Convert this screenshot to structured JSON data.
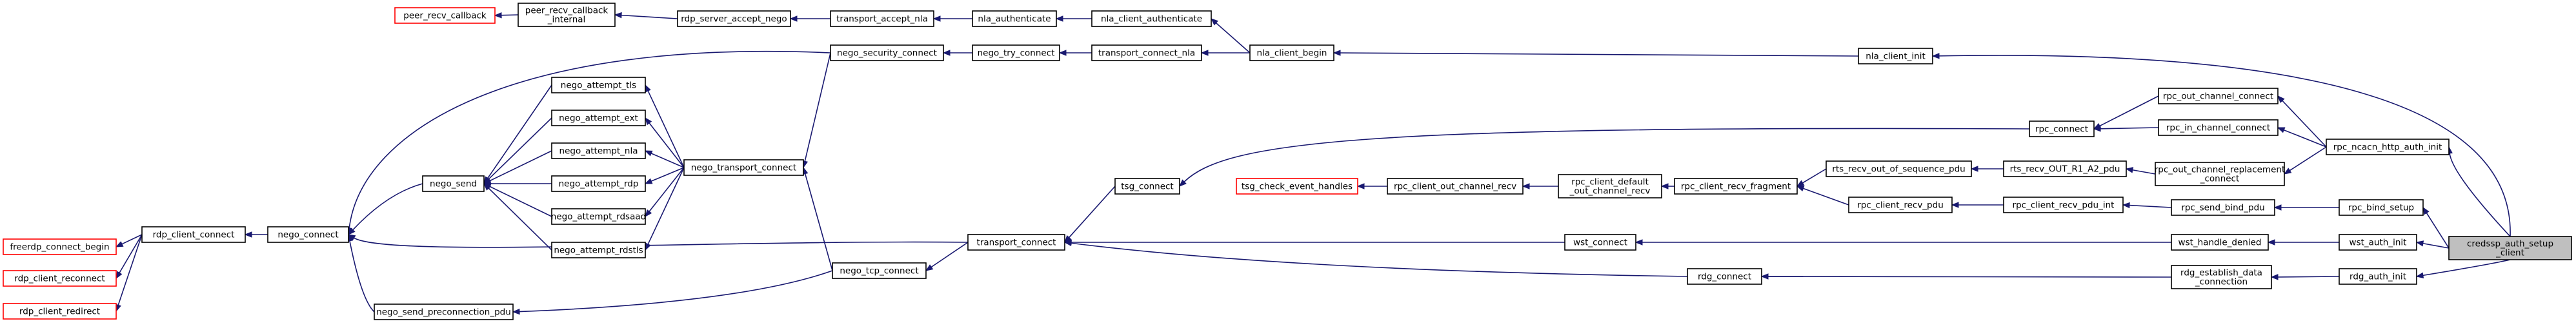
{
  "diagram": {
    "colors": {
      "edge": "#191970",
      "node_border": "#000000",
      "truncated_border": "#ff0000",
      "root_fill": "#bfbfbf",
      "background": "#ffffff"
    },
    "nodes": [
      {
        "id": "root",
        "lines": [
          "credssp_auth_setup",
          "_client"
        ],
        "style": "root"
      },
      {
        "id": "peer_recv_callback",
        "lines": [
          "peer_recv_callback"
        ],
        "style": "truncated"
      },
      {
        "id": "peer_recv_callback_internal",
        "lines": [
          "peer_recv_callback",
          "_internal"
        ],
        "style": "normal"
      },
      {
        "id": "rdp_server_accept_nego",
        "lines": [
          "rdp_server_accept_nego"
        ],
        "style": "normal"
      },
      {
        "id": "transport_accept_nla",
        "lines": [
          "transport_accept_nla"
        ],
        "style": "normal"
      },
      {
        "id": "nla_authenticate",
        "lines": [
          "nla_authenticate"
        ],
        "style": "normal"
      },
      {
        "id": "nla_client_authenticate",
        "lines": [
          "nla_client_authenticate"
        ],
        "style": "normal"
      },
      {
        "id": "nego_security_connect",
        "lines": [
          "nego_security_connect"
        ],
        "style": "normal"
      },
      {
        "id": "nego_try_connect",
        "lines": [
          "nego_try_connect"
        ],
        "style": "normal"
      },
      {
        "id": "transport_connect_nla",
        "lines": [
          "transport_connect_nla"
        ],
        "style": "normal"
      },
      {
        "id": "nla_client_begin",
        "lines": [
          "nla_client_begin"
        ],
        "style": "normal"
      },
      {
        "id": "nla_client_init",
        "lines": [
          "nla_client_init"
        ],
        "style": "normal"
      },
      {
        "id": "rpc_out_channel_connect",
        "lines": [
          "rpc_out_channel_connect"
        ],
        "style": "normal"
      },
      {
        "id": "rpc_connect",
        "lines": [
          "rpc_connect"
        ],
        "style": "normal"
      },
      {
        "id": "rpc_in_channel_connect",
        "lines": [
          "rpc_in_channel_connect"
        ],
        "style": "normal"
      },
      {
        "id": "rpc_ncacn_http_auth_init",
        "lines": [
          "rpc_ncacn_http_auth_init"
        ],
        "style": "normal"
      },
      {
        "id": "nego_attempt_tls",
        "lines": [
          "nego_attempt_tls"
        ],
        "style": "normal"
      },
      {
        "id": "nego_attempt_ext",
        "lines": [
          "nego_attempt_ext"
        ],
        "style": "normal"
      },
      {
        "id": "nego_attempt_nla",
        "lines": [
          "nego_attempt_nla"
        ],
        "style": "normal"
      },
      {
        "id": "nego_attempt_rdp",
        "lines": [
          "nego_attempt_rdp"
        ],
        "style": "normal"
      },
      {
        "id": "nego_attempt_rdsaad",
        "lines": [
          "nego_attempt_rdsaad"
        ],
        "style": "normal"
      },
      {
        "id": "nego_attempt_rdstls",
        "lines": [
          "nego_attempt_rdstls"
        ],
        "style": "normal"
      },
      {
        "id": "nego_transport_connect",
        "lines": [
          "nego_transport_connect"
        ],
        "style": "normal"
      },
      {
        "id": "nego_send",
        "lines": [
          "nego_send"
        ],
        "style": "normal"
      },
      {
        "id": "freerdp_connect_begin",
        "lines": [
          "freerdp_connect_begin"
        ],
        "style": "truncated"
      },
      {
        "id": "rdp_client_reconnect",
        "lines": [
          "rdp_client_reconnect"
        ],
        "style": "truncated"
      },
      {
        "id": "rdp_client_redirect",
        "lines": [
          "rdp_client_redirect"
        ],
        "style": "truncated"
      },
      {
        "id": "rdp_client_connect",
        "lines": [
          "rdp_client_connect"
        ],
        "style": "normal"
      },
      {
        "id": "nego_connect",
        "lines": [
          "nego_connect"
        ],
        "style": "normal"
      },
      {
        "id": "nego_send_preconnection_pdu",
        "lines": [
          "nego_send_preconnection_pdu"
        ],
        "style": "normal"
      },
      {
        "id": "nego_tcp_connect",
        "lines": [
          "nego_tcp_connect"
        ],
        "style": "normal"
      },
      {
        "id": "transport_connect",
        "lines": [
          "transport_connect"
        ],
        "style": "normal"
      },
      {
        "id": "tsg_connect",
        "lines": [
          "tsg_connect"
        ],
        "style": "normal"
      },
      {
        "id": "tsg_check_event_handles",
        "lines": [
          "tsg_check_event_handles"
        ],
        "style": "truncated"
      },
      {
        "id": "rpc_client_out_channel_recv",
        "lines": [
          "rpc_client_out_channel_recv"
        ],
        "style": "normal"
      },
      {
        "id": "rpc_client_default_out_channel_recv",
        "lines": [
          "rpc_client_default",
          "_out_channel_recv"
        ],
        "style": "normal"
      },
      {
        "id": "rpc_client_recv_fragment",
        "lines": [
          "rpc_client_recv_fragment"
        ],
        "style": "normal"
      },
      {
        "id": "rts_recv_out_of_sequence_pdu",
        "lines": [
          "rts_recv_out_of_sequence_pdu"
        ],
        "style": "normal"
      },
      {
        "id": "rts_recv_OUT_R1_A2_pdu",
        "lines": [
          "rts_recv_OUT_R1_A2_pdu"
        ],
        "style": "normal"
      },
      {
        "id": "rpc_out_channel_replacement_connect",
        "lines": [
          "rpc_out_channel_replacement",
          "_connect"
        ],
        "style": "normal"
      },
      {
        "id": "rpc_client_recv_pdu",
        "lines": [
          "rpc_client_recv_pdu"
        ],
        "style": "normal"
      },
      {
        "id": "rpc_client_recv_pdu_int",
        "lines": [
          "rpc_client_recv_pdu_int"
        ],
        "style": "normal"
      },
      {
        "id": "rpc_send_bind_pdu",
        "lines": [
          "rpc_send_bind_pdu"
        ],
        "style": "normal"
      },
      {
        "id": "rpc_bind_setup",
        "lines": [
          "rpc_bind_setup"
        ],
        "style": "normal"
      },
      {
        "id": "wst_connect",
        "lines": [
          "wst_connect"
        ],
        "style": "normal"
      },
      {
        "id": "wst_handle_denied",
        "lines": [
          "wst_handle_denied"
        ],
        "style": "normal"
      },
      {
        "id": "wst_auth_init",
        "lines": [
          "wst_auth_init"
        ],
        "style": "normal"
      },
      {
        "id": "rdg_connect",
        "lines": [
          "rdg_connect"
        ],
        "style": "normal"
      },
      {
        "id": "rdg_establish_data_connection",
        "lines": [
          "rdg_establish_data",
          "_connection"
        ],
        "style": "normal"
      },
      {
        "id": "rdg_auth_init",
        "lines": [
          "rdg_auth_init"
        ],
        "style": "normal"
      }
    ],
    "edges": [
      [
        "peer_recv_callback_internal",
        "peer_recv_callback"
      ],
      [
        "rdp_server_accept_nego",
        "peer_recv_callback_internal"
      ],
      [
        "transport_accept_nla",
        "rdp_server_accept_nego"
      ],
      [
        "nla_authenticate",
        "transport_accept_nla"
      ],
      [
        "nla_client_authenticate",
        "nla_authenticate"
      ],
      [
        "nla_client_begin",
        "nla_client_authenticate"
      ],
      [
        "nla_client_begin",
        "transport_connect_nla"
      ],
      [
        "transport_connect_nla",
        "nego_try_connect"
      ],
      [
        "nego_try_connect",
        "nego_security_connect"
      ],
      [
        "nego_security_connect",
        "nego_transport_connect"
      ],
      [
        "nego_security_connect",
        "nego_connect"
      ],
      [
        "nla_client_init",
        "nla_client_begin"
      ],
      [
        "root",
        "nla_client_init"
      ],
      [
        "root",
        "rpc_ncacn_http_auth_init"
      ],
      [
        "rpc_ncacn_http_auth_init",
        "rpc_out_channel_connect"
      ],
      [
        "rpc_ncacn_http_auth_init",
        "rpc_in_channel_connect"
      ],
      [
        "rpc_ncacn_http_auth_init",
        "rpc_out_channel_replacement_connect"
      ],
      [
        "rpc_out_channel_connect",
        "rpc_connect"
      ],
      [
        "rpc_in_channel_connect",
        "rpc_connect"
      ],
      [
        "rpc_connect",
        "tsg_connect"
      ],
      [
        "tsg_connect",
        "transport_connect"
      ],
      [
        "transport_connect",
        "nego_tcp_connect"
      ],
      [
        "transport_connect",
        "nego_connect"
      ],
      [
        "nego_tcp_connect",
        "nego_transport_connect"
      ],
      [
        "nego_tcp_connect",
        "nego_send_preconnection_pdu"
      ],
      [
        "nego_transport_connect",
        "nego_attempt_tls"
      ],
      [
        "nego_transport_connect",
        "nego_attempt_ext"
      ],
      [
        "nego_transport_connect",
        "nego_attempt_nla"
      ],
      [
        "nego_transport_connect",
        "nego_attempt_rdp"
      ],
      [
        "nego_transport_connect",
        "nego_attempt_rdsaad"
      ],
      [
        "nego_transport_connect",
        "nego_attempt_rdstls"
      ],
      [
        "nego_attempt_tls",
        "nego_send"
      ],
      [
        "nego_attempt_ext",
        "nego_send"
      ],
      [
        "nego_attempt_nla",
        "nego_send"
      ],
      [
        "nego_attempt_rdp",
        "nego_send"
      ],
      [
        "nego_attempt_rdsaad",
        "nego_send"
      ],
      [
        "nego_attempt_rdstls",
        "nego_send"
      ],
      [
        "nego_send",
        "nego_connect"
      ],
      [
        "nego_send_preconnection_pdu",
        "nego_connect"
      ],
      [
        "nego_connect",
        "rdp_client_connect"
      ],
      [
        "rdp_client_connect",
        "freerdp_connect_begin"
      ],
      [
        "rdp_client_connect",
        "rdp_client_reconnect"
      ],
      [
        "rdp_client_connect",
        "rdp_client_redirect"
      ],
      [
        "rpc_out_channel_replacement_connect",
        "rts_recv_OUT_R1_A2_pdu"
      ],
      [
        "rts_recv_OUT_R1_A2_pdu",
        "rts_recv_out_of_sequence_pdu"
      ],
      [
        "rts_recv_out_of_sequence_pdu",
        "rpc_client_recv_fragment"
      ],
      [
        "rpc_client_recv_fragment",
        "rpc_client_default_out_channel_recv"
      ],
      [
        "rpc_client_default_out_channel_recv",
        "rpc_client_out_channel_recv"
      ],
      [
        "rpc_client_out_channel_recv",
        "tsg_check_event_handles"
      ],
      [
        "rpc_client_recv_pdu",
        "rpc_client_recv_fragment"
      ],
      [
        "rpc_client_recv_pdu_int",
        "rpc_client_recv_pdu"
      ],
      [
        "rpc_send_bind_pdu",
        "rpc_client_recv_pdu_int"
      ],
      [
        "rpc_bind_setup",
        "rpc_send_bind_pdu"
      ],
      [
        "root",
        "rpc_bind_setup"
      ],
      [
        "root",
        "wst_auth_init"
      ],
      [
        "wst_auth_init",
        "wst_handle_denied"
      ],
      [
        "wst_handle_denied",
        "wst_connect"
      ],
      [
        "wst_connect",
        "transport_connect"
      ],
      [
        "root",
        "rdg_auth_init"
      ],
      [
        "rdg_auth_init",
        "rdg_establish_data_connection"
      ],
      [
        "rdg_establish_data_connection",
        "rdg_connect"
      ],
      [
        "rdg_connect",
        "transport_connect"
      ]
    ]
  }
}
